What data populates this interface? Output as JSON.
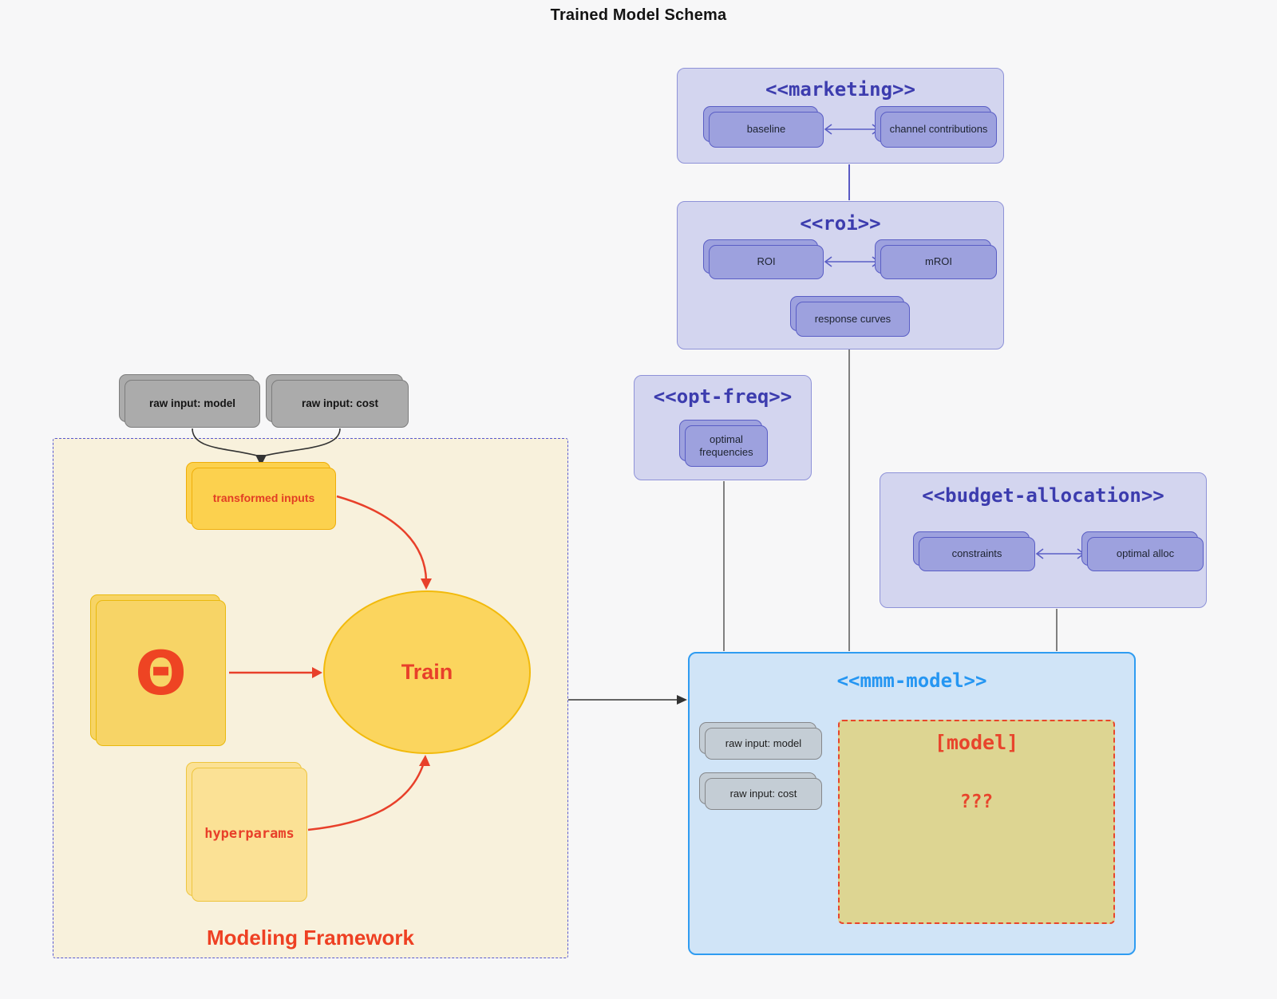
{
  "diagram_title": "Trained Model Schema",
  "marketing": {
    "stereotype": "<<marketing>>",
    "baseline": "baseline",
    "channel_contributions": "channel contributions"
  },
  "roi": {
    "stereotype": "<<roi>>",
    "roi": "ROI",
    "mroi": "mROI",
    "response_curves": "response curves"
  },
  "opt_freq": {
    "stereotype": "<<opt-freq>>",
    "optimal_frequencies": "optimal frequencies"
  },
  "budget_allocation": {
    "stereotype": "<<budget-allocation>>",
    "constraints": "constraints",
    "optimal_alloc": "optimal alloc"
  },
  "mmm_model": {
    "stereotype": "<<mmm-model>>",
    "raw_input_model": "raw input: model",
    "raw_input_cost": "raw input: cost",
    "model_title": "[model]",
    "model_unknown": "???"
  },
  "raw_inputs": {
    "model": "raw input: model",
    "cost": "raw input: cost"
  },
  "framework": {
    "label": "Modeling Framework",
    "transformed_inputs": "transformed inputs",
    "theta": "Θ",
    "train": "Train",
    "hyperparams": "hyperparams"
  },
  "colors": {
    "page_background": "#f7f7f8",
    "group_fill": "#d3d5ef",
    "group_stroke": "#8e92d8",
    "stereotype_text": "#3c3cae",
    "purple_card_fill": "#9da1de",
    "purple_card_stroke": "#5a5ec5",
    "mmm_fill": "#d0e4f7",
    "mmm_stroke": "#2f9cf1",
    "mmm_title": "#2596f2",
    "model_box_fill": "#ddd592",
    "red_accent": "#e8452c",
    "framework_fill": "#f8f1dc",
    "framework_stroke": "#5a5ad0",
    "yellow_fill": "#fcd14e",
    "yellow_stroke": "#efae09",
    "pale_yellow_fill": "#fbe195",
    "gray_fill": "#ababab",
    "bluegray_fill": "#c4cdd5",
    "edge_dark": "#333333"
  }
}
